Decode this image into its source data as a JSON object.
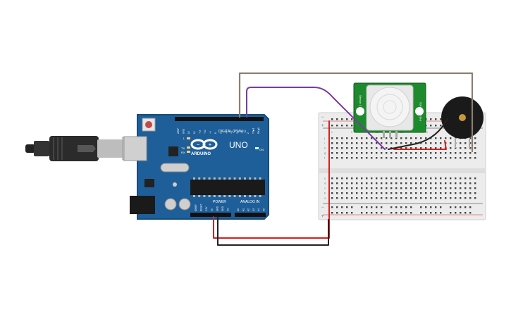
{
  "arduino": {
    "model": "UNO",
    "brand": "ARDUINO",
    "digital_label": "DIGITAL (PWM~)",
    "power_label": "POWER",
    "analog_label": "ANALOG IN",
    "on_label": "ON",
    "l_label": "L",
    "tx_label": "TX",
    "rx_label": "RX",
    "digital_pins": [
      "AREF",
      "GND",
      "13",
      "12",
      "~11",
      "~10",
      "~9",
      "8",
      "7",
      "~6",
      "~5",
      "4",
      "~3",
      "2",
      "TX▶1",
      "RX◀0"
    ],
    "power_pins": [
      "IOREF",
      "RESET",
      "3.3V",
      "5V",
      "GND",
      "GND",
      "Vin"
    ],
    "analog_pins": [
      "A0",
      "A1",
      "A2",
      "A3",
      "A4",
      "A5"
    ]
  },
  "breadboard": {
    "rail_signs": [
      "−",
      "+",
      "−",
      "+"
    ],
    "row_letters_top": [
      "j",
      "i",
      "h",
      "g",
      "f"
    ],
    "row_letters_bottom": [
      "e",
      "d",
      "c",
      "b",
      "a"
    ],
    "column_numbers": [
      "1",
      "5",
      "10",
      "15",
      "20",
      "25",
      "30"
    ]
  },
  "pir": {
    "label_left": "Sensor 1",
    "label_right": "PIR HC-SR501"
  },
  "colors": {
    "board": "#1f5f99",
    "board_edge": "#174c7c",
    "breadboard": "#ececec",
    "wire_red": "#d42020",
    "wire_black": "#222222",
    "wire_purple": "#7a3aa0",
    "wire_gray": "#8a8070",
    "pir_pcb": "#1e8a2e",
    "buzzer": "#1a1a1a"
  }
}
